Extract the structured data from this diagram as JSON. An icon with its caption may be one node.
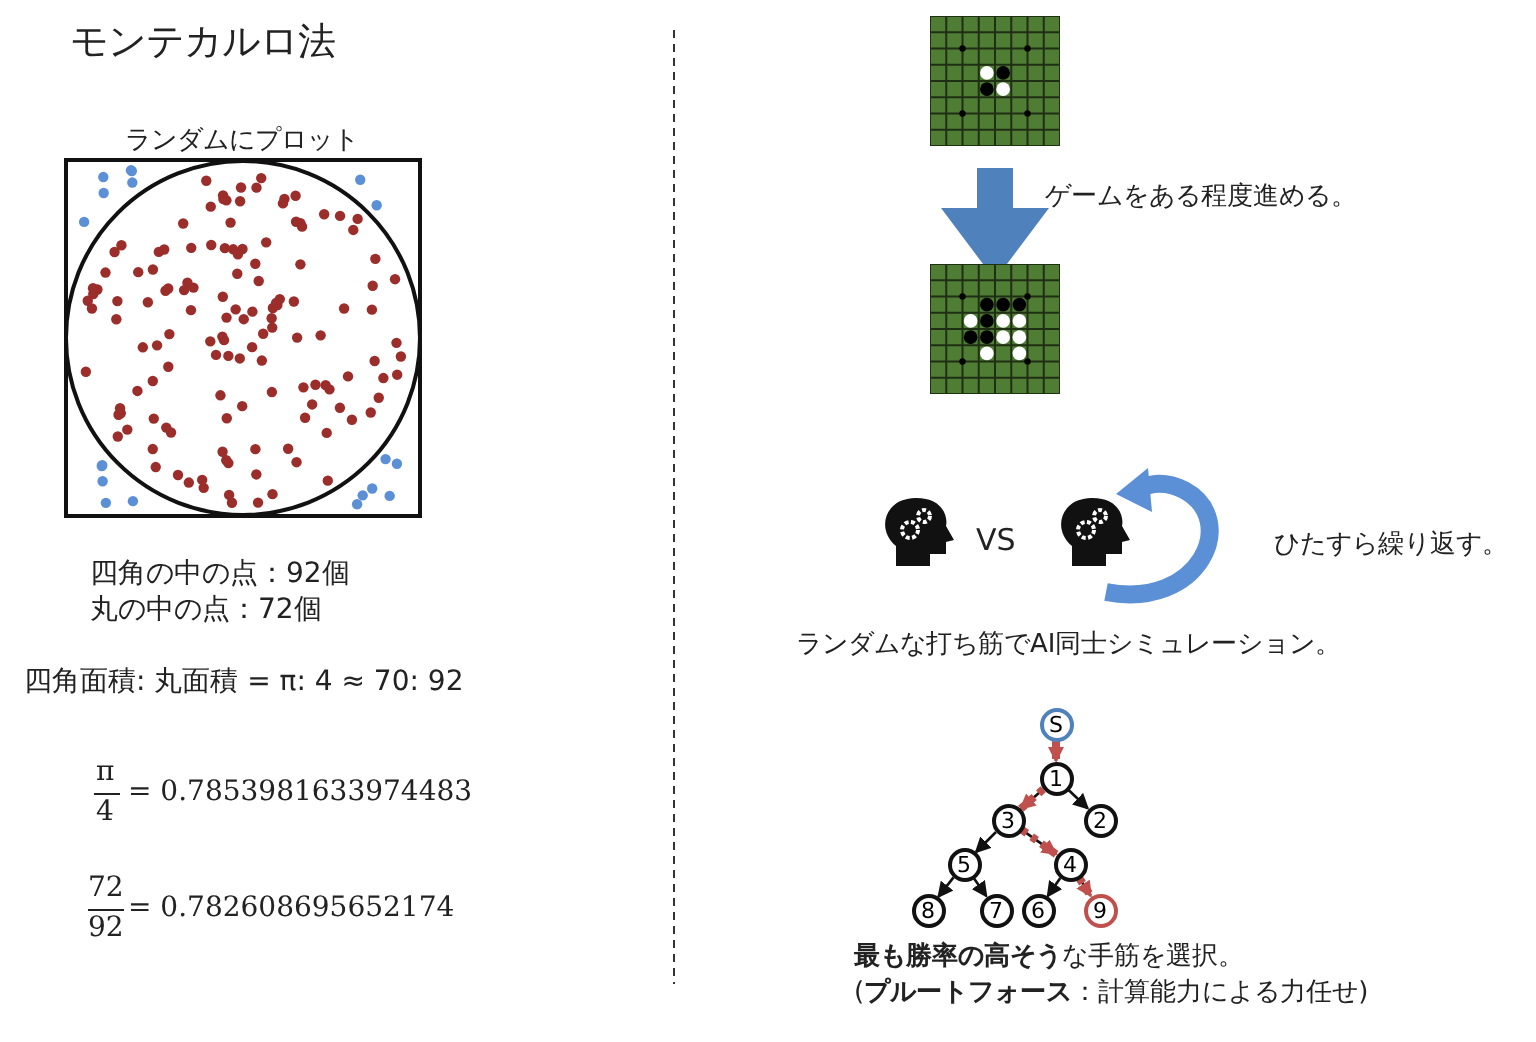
{
  "diagram": {
    "title": "モンテカルロ法",
    "nodes": [
      {
        "text": [],
        "shape": "picture"
      },
      {
        "text": [],
        "shape": "picture"
      },
      {
        "text": [
          "S"
        ]
      },
      {
        "text": [
          "1"
        ]
      },
      {
        "text": [
          "3"
        ]
      },
      {
        "text": [
          "2"
        ]
      },
      {
        "text": [
          "5"
        ]
      },
      {
        "text": [
          "4"
        ]
      },
      {
        "text": [
          "8"
        ]
      },
      {
        "text": [
          "7"
        ]
      },
      {
        "text": [
          "6"
        ]
      },
      {
        "text": [
          "9"
        ]
      }
    ],
    "edges": [
      {
        "from": 0,
        "to": 1,
        "arrow": "to",
        "label": "ゲームをある程度進める。",
        "style": "thick",
        "color": "#4f81bd"
      },
      {
        "from": 2,
        "to": 3,
        "arrow": "to",
        "style": "dashed",
        "color": "#c0504d"
      },
      {
        "from": 3,
        "to": 4,
        "arrow": "to",
        "style": "dashed",
        "color": "#c0504d"
      },
      {
        "from": 3,
        "to": 5,
        "arrow": "to"
      },
      {
        "from": 4,
        "to": 6,
        "arrow": "to"
      },
      {
        "from": 4,
        "to": 7,
        "arrow": "to",
        "style": "dashed",
        "color": "#c0504d"
      },
      {
        "from": 6,
        "to": 8,
        "arrow": "to"
      },
      {
        "from": 6,
        "to": 9,
        "arrow": "to"
      },
      {
        "from": 7,
        "to": 10,
        "arrow": "to"
      },
      {
        "from": 7,
        "to": 11,
        "arrow": "to",
        "style": "dashed",
        "color": "#c0504d"
      }
    ],
    "labels": [
      "ランダムにプロット",
      "四角の中の点：92個",
      "丸の中の点：72個",
      "四角面積: 丸面積 = π: 4 ≈ 70: 92",
      "π",
      "4",
      "= 0.7853981633974483",
      "72",
      "92",
      "= 0.782608695652174",
      "VS",
      "ひたすら繰り返す。",
      "ランダムな打ち筋でAI同士シミュレーション。",
      "**最も勝率の高そう**な手筋を選択。",
      "(**プルートフォース**：計算能力による力任せ)"
    ]
  }
}
